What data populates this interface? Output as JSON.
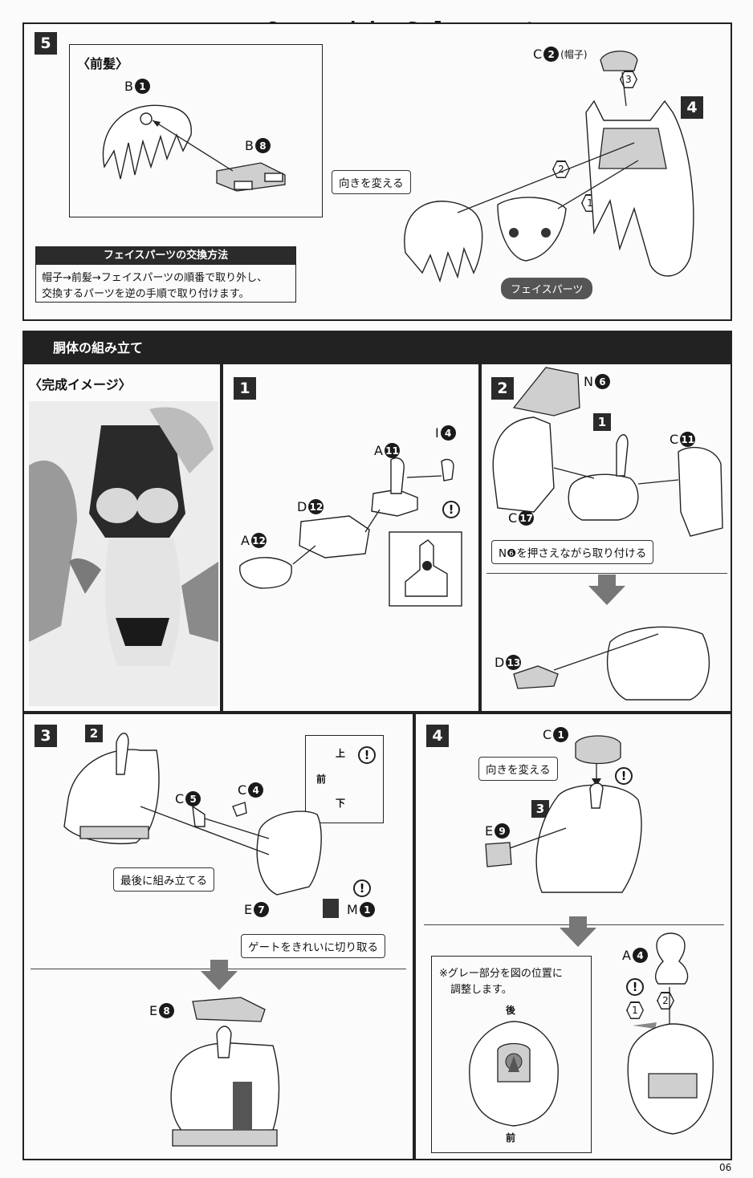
{
  "scan_credit": "Scanned by Dalong.net",
  "page_number": "06",
  "step5": {
    "number": "5",
    "bangs_title": "〈前髪〉",
    "part_b1": {
      "letter": "B",
      "num": "1"
    },
    "part_b8": {
      "letter": "B",
      "num": "8"
    },
    "part_c2": {
      "letter": "C",
      "num": "2",
      "note": "(帽子)"
    },
    "big_num": "4",
    "seq1": "1",
    "seq2": "2",
    "seq3": "3",
    "callout_turn": "向きを変える",
    "face_parts_pill": "フェイスパーツ",
    "note_title": "フェイスパーツの交換方法",
    "note_line1": "帽子→前髪→フェイスパーツの順番で取り外し、",
    "note_line2": "交換するパーツを逆の手順で取り付けます。"
  },
  "torso": {
    "banner": "胴体の組み立て",
    "complete_title": "〈完成イメージ〉"
  },
  "step1": {
    "number": "1",
    "a11": {
      "letter": "A",
      "num": "11"
    },
    "i4": {
      "letter": "I",
      "num": "4"
    },
    "d12": {
      "letter": "D",
      "num": "12"
    },
    "a12": {
      "letter": "A",
      "num": "12"
    }
  },
  "step2": {
    "number": "2",
    "n6": {
      "letter": "N",
      "num": "6"
    },
    "c11": {
      "letter": "C",
      "num": "11"
    },
    "c17": {
      "letter": "C",
      "num": "17"
    },
    "d13": {
      "letter": "D",
      "num": "13"
    },
    "ref_step": "1",
    "callout_press": "N❻を押さえながら取り付ける"
  },
  "step3": {
    "number": "3",
    "ref_step": "2",
    "c5": {
      "letter": "C",
      "num": "5"
    },
    "c4": {
      "letter": "C",
      "num": "4"
    },
    "e7": {
      "letter": "E",
      "num": "7"
    },
    "m1": {
      "letter": "M",
      "num": "1"
    },
    "e8": {
      "letter": "E",
      "num": "8"
    },
    "callout_last": "最後に組み立てる",
    "callout_gate": "ゲートをきれいに切り取る",
    "orient_up": "上",
    "orient_front": "前",
    "orient_down": "下"
  },
  "step4": {
    "number": "4",
    "ref_step": "3",
    "c1": {
      "letter": "C",
      "num": "1"
    },
    "e9": {
      "letter": "E",
      "num": "9"
    },
    "a4": {
      "letter": "A",
      "num": "4"
    },
    "callout_turn": "向きを変える",
    "note_line1": "※グレー部分を図の位置に",
    "note_line2": "調整します。",
    "back_label": "後",
    "front_label": "前",
    "seq1": "1",
    "seq2": "2"
  },
  "warning_mark": "!"
}
